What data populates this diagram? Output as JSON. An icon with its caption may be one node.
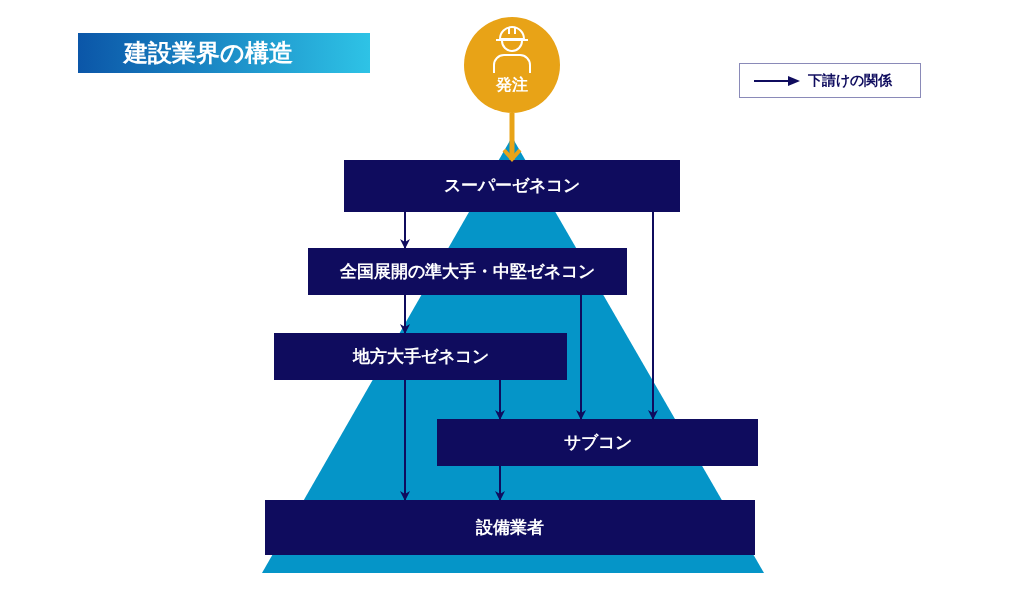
{
  "diagram": {
    "title": "建設業界の構造",
    "nodes": [
      {
        "text": [
          "発注"
        ]
      },
      {
        "text": [
          "スーパーゼネコン"
        ]
      },
      {
        "text": [
          "全国展開の準大手・中堅ゼネコン"
        ]
      },
      {
        "text": [
          "地方大手ゼネコン"
        ]
      },
      {
        "text": [
          "サブコン"
        ]
      },
      {
        "text": [
          "設備業者"
        ]
      }
    ],
    "edges": [
      {
        "from": 0,
        "to": 1,
        "arrow": "to",
        "style": "thick",
        "color": "#e8a317"
      },
      {
        "from": 1,
        "to": 2,
        "arrow": "to"
      },
      {
        "from": 1,
        "to": 4,
        "arrow": "to"
      },
      {
        "from": 2,
        "to": 3,
        "arrow": "to"
      },
      {
        "from": 2,
        "to": 4,
        "arrow": "to"
      },
      {
        "from": 3,
        "to": 4,
        "arrow": "to"
      },
      {
        "from": 3,
        "to": 5,
        "arrow": "to"
      },
      {
        "from": 4,
        "to": 5,
        "arrow": "to"
      }
    ],
    "legend": [
      {
        "text": "下請けの関係"
      }
    ]
  }
}
